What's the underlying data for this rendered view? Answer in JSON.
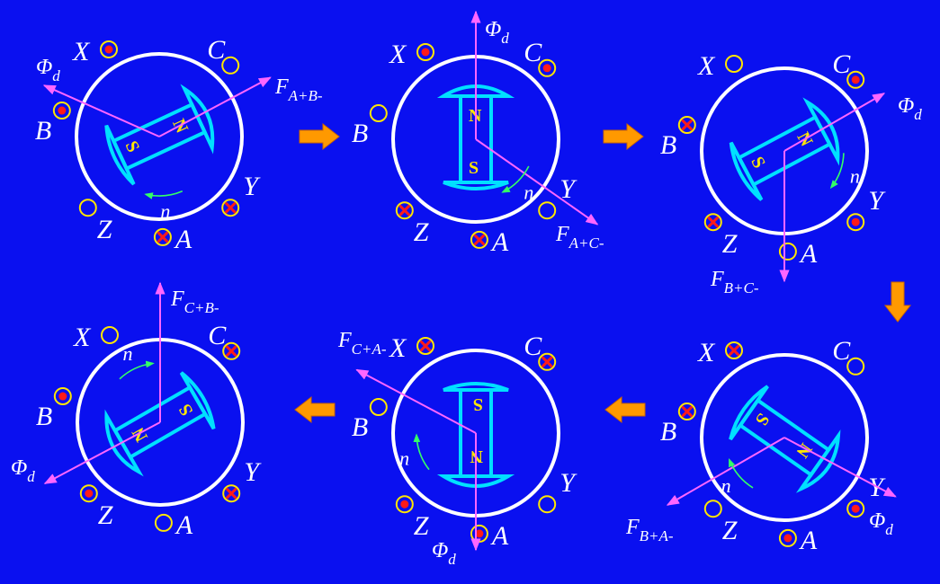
{
  "colors": {
    "background": "#0a10f0",
    "stator": "#ffffff",
    "rotor": "#00e0ff",
    "vector": "#ff66ff",
    "slot": "#ffe600",
    "current": "#ff1a1a",
    "arrow": "#ff9900",
    "n_arrow": "#33ff66",
    "pole_text": "#ffe600"
  },
  "labels": {
    "phi": "Φ",
    "phi_sub": "d",
    "n": "n",
    "N": "N",
    "S": "S",
    "F": "F",
    "A": "A",
    "B": "B",
    "C": "C",
    "X": "X",
    "Y": "Y",
    "Z": "Z"
  },
  "panels": [
    {
      "id": "p1",
      "f_sub": "A+B-",
      "currents": {
        "X": "dot",
        "C": "empty",
        "Y": "cross",
        "A": "cross",
        "Z": "empty",
        "B": "dot"
      },
      "pole_n": "N",
      "pole_s": "S"
    },
    {
      "id": "p2",
      "f_sub": "A+C-",
      "currents": {
        "X": "dot",
        "C": "dot",
        "Y": "empty",
        "A": "cross",
        "Z": "cross",
        "B": "empty"
      },
      "pole_n": "N",
      "pole_s": "S"
    },
    {
      "id": "p3",
      "f_sub": "B+C-",
      "currents": {
        "X": "empty",
        "C": "dot",
        "Y": "dot",
        "A": "empty",
        "Z": "cross",
        "B": "cross"
      },
      "pole_n": "N",
      "pole_s": "S"
    },
    {
      "id": "p4",
      "f_sub": "B+A-",
      "currents": {
        "X": "cross",
        "C": "empty",
        "Y": "dot",
        "A": "dot",
        "Z": "empty",
        "B": "cross"
      },
      "pole_n": "N",
      "pole_s": "S"
    },
    {
      "id": "p5",
      "f_sub": "C+A-",
      "currents": {
        "X": "cross",
        "C": "cross",
        "Y": "empty",
        "A": "dot",
        "Z": "dot",
        "B": "empty"
      },
      "pole_n": "N",
      "pole_s": "S"
    },
    {
      "id": "p6",
      "f_sub": "C+B-",
      "currents": {
        "X": "empty",
        "C": "cross",
        "Y": "cross",
        "A": "empty",
        "Z": "dot",
        "B": "dot"
      },
      "pole_n": "N",
      "pole_s": "S"
    }
  ],
  "flow_arrows": [
    "right",
    "right",
    "down",
    "left",
    "left"
  ]
}
